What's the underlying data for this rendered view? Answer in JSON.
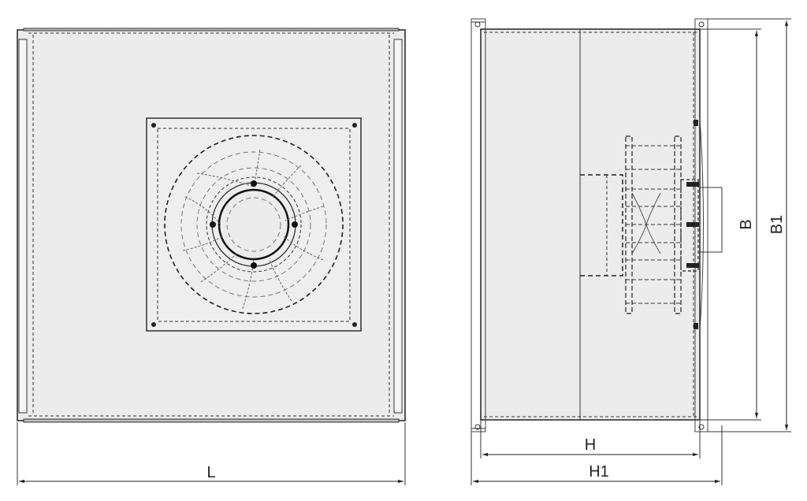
{
  "dimensions": {
    "length": "L",
    "height": "H",
    "height_overall": "H1",
    "width": "B",
    "width_overall": "B1"
  }
}
